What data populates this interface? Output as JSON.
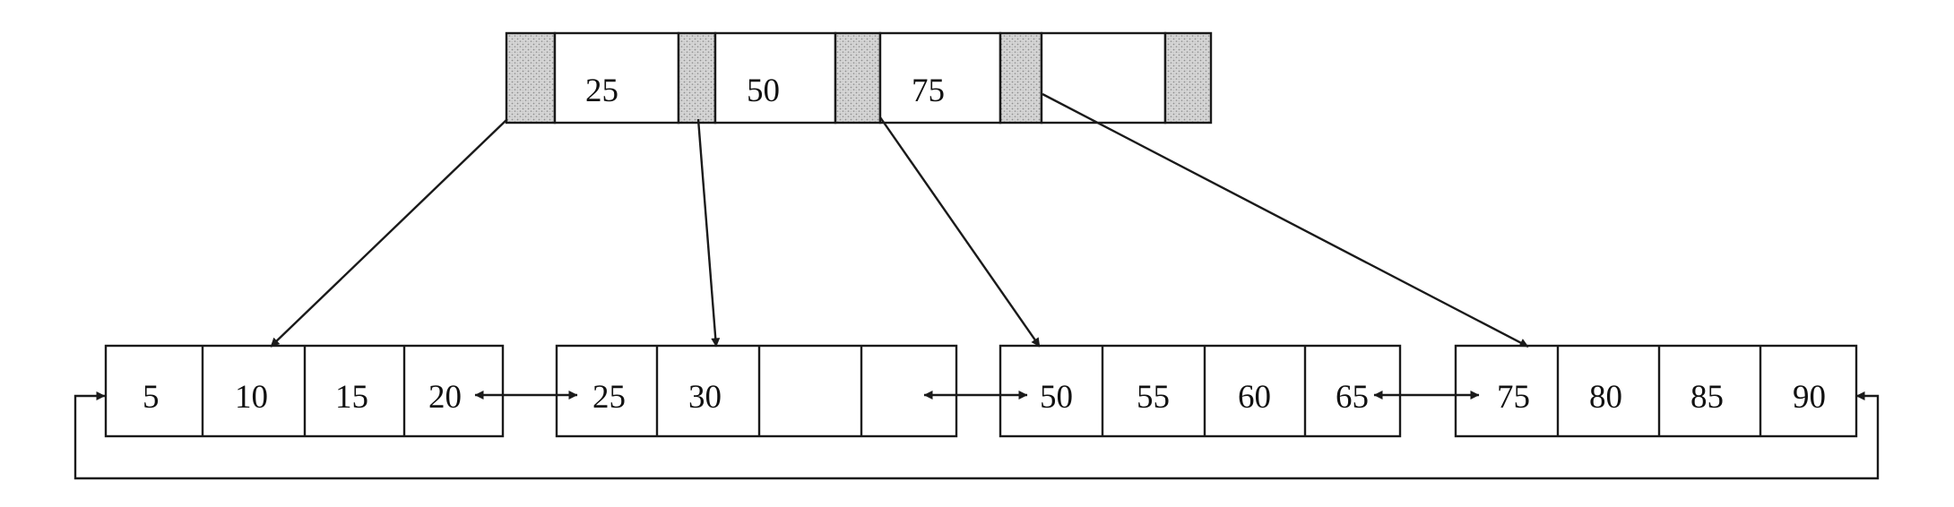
{
  "root": {
    "keys": [
      "25",
      "50",
      "75",
      ""
    ]
  },
  "leaves": [
    {
      "keys": [
        "5",
        "10",
        "15",
        "20"
      ]
    },
    {
      "keys": [
        "25",
        "30",
        "",
        ""
      ]
    },
    {
      "keys": [
        "50",
        "55",
        "60",
        "65"
      ]
    },
    {
      "keys": [
        "75",
        "80",
        "85",
        "90"
      ]
    }
  ]
}
